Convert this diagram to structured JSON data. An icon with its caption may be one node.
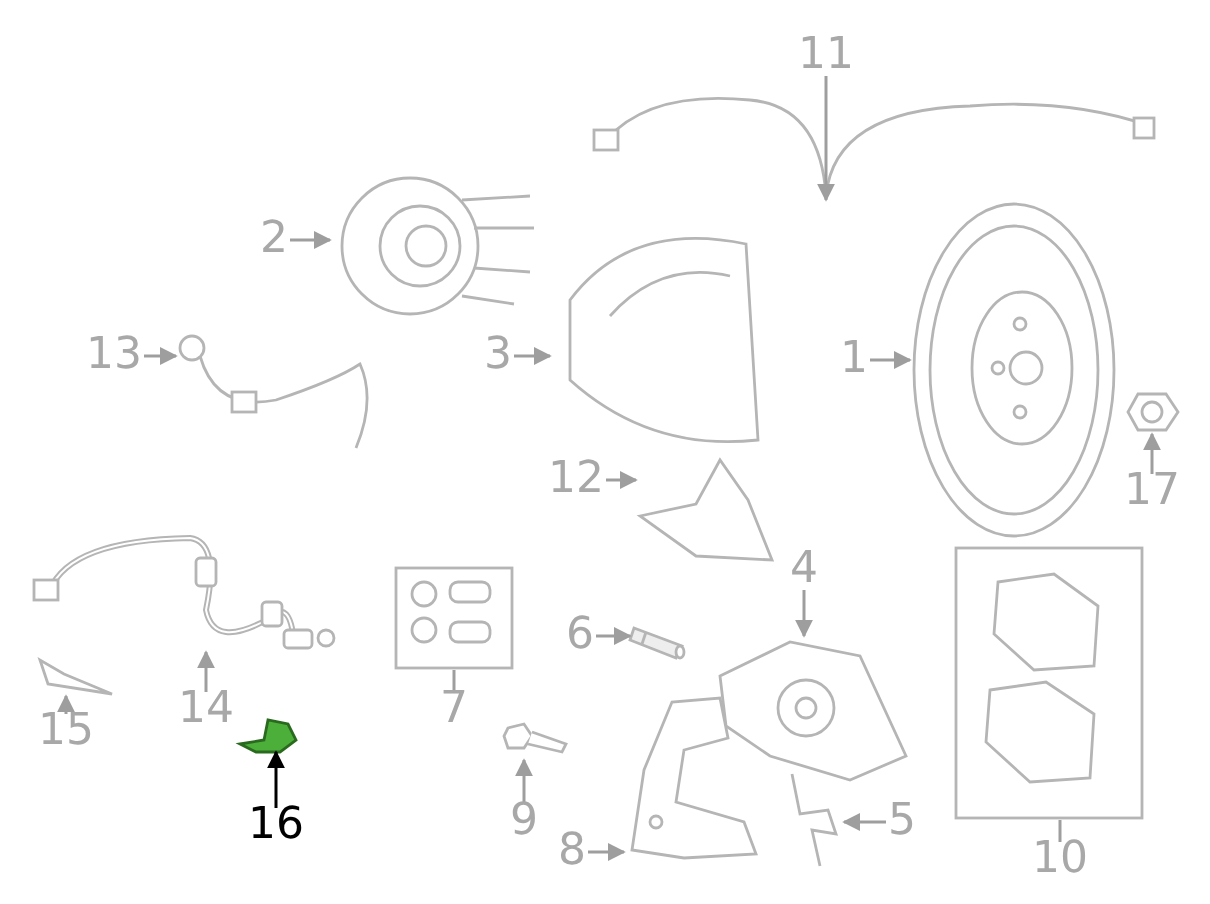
{
  "diagram": {
    "nodes": [
      {
        "text": [
          "1"
        ]
      },
      {
        "text": [
          "2"
        ]
      },
      {
        "text": [
          "3"
        ]
      },
      {
        "text": [
          "4"
        ]
      },
      {
        "text": [
          "5"
        ]
      },
      {
        "text": [
          "6"
        ]
      },
      {
        "text": [
          "7"
        ]
      },
      {
        "text": [
          "8"
        ]
      },
      {
        "text": [
          "9"
        ]
      },
      {
        "text": [
          "10"
        ]
      },
      {
        "text": [
          "11"
        ]
      },
      {
        "text": [
          "12"
        ]
      },
      {
        "text": [
          "13"
        ]
      },
      {
        "text": [
          "14"
        ]
      },
      {
        "text": [
          "15"
        ]
      },
      {
        "text": [
          "16"
        ]
      },
      {
        "text": [
          "17"
        ]
      },
      {
        "text": [],
        "shape": "picture"
      },
      {
        "text": [],
        "shape": "picture"
      },
      {
        "text": [],
        "shape": "picture"
      },
      {
        "text": [],
        "shape": "picture"
      },
      {
        "text": [],
        "shape": "picture"
      },
      {
        "text": [],
        "shape": "picture"
      },
      {
        "text": [],
        "shape": "box"
      },
      {
        "text": [],
        "shape": "picture"
      },
      {
        "text": [],
        "shape": "picture"
      },
      {
        "text": [],
        "shape": "box"
      },
      {
        "text": [],
        "shape": "picture"
      },
      {
        "text": [],
        "shape": "picture"
      },
      {
        "text": [],
        "shape": "picture"
      },
      {
        "text": [],
        "shape": "picture"
      },
      {
        "text": [],
        "shape": "picture"
      },
      {
        "text": [],
        "shape": "picture"
      },
      {
        "text": [],
        "shape": "picture"
      }
    ],
    "edges": [
      {
        "from": 0,
        "to": 17,
        "arrow": "to"
      },
      {
        "from": 1,
        "to": 18,
        "arrow": "to"
      },
      {
        "from": 2,
        "to": 19,
        "arrow": "to"
      },
      {
        "from": 3,
        "to": 20,
        "arrow": "to"
      },
      {
        "from": 4,
        "to": 21,
        "arrow": "to"
      },
      {
        "from": 5,
        "to": 22,
        "arrow": "to"
      },
      {
        "from": 6,
        "to": 23,
        "arrow": "none"
      },
      {
        "from": 7,
        "to": 24,
        "arrow": "to"
      },
      {
        "from": 8,
        "to": 25,
        "arrow": "to"
      },
      {
        "from": 9,
        "to": 26,
        "arrow": "none"
      },
      {
        "from": 10,
        "to": 27,
        "arrow": "to"
      },
      {
        "from": 11,
        "to": 28,
        "arrow": "to"
      },
      {
        "from": 12,
        "to": 29,
        "arrow": "to"
      },
      {
        "from": 13,
        "to": 30,
        "arrow": "to"
      },
      {
        "from": 14,
        "to": 31,
        "arrow": "to"
      },
      {
        "from": 15,
        "to": 32,
        "arrow": "to",
        "color": "#000000"
      },
      {
        "from": 16,
        "to": 33,
        "arrow": "to"
      }
    ]
  }
}
